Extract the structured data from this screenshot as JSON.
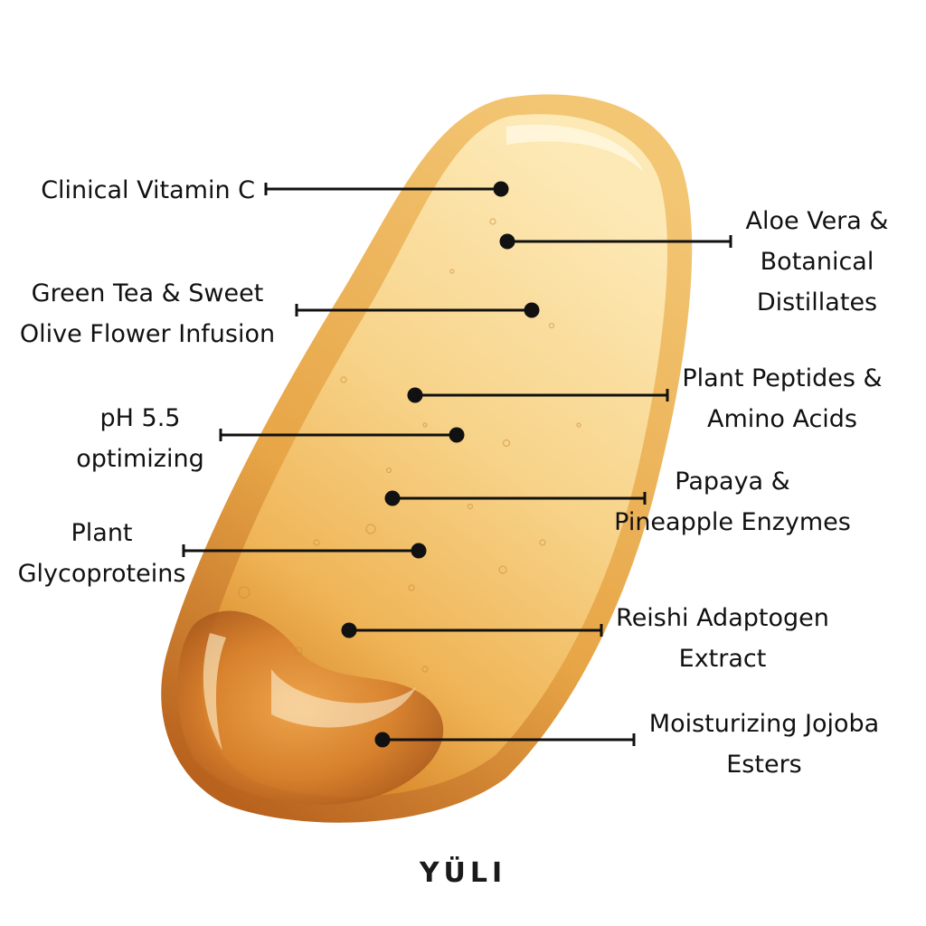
{
  "colors": {
    "serum_light": "#fbe3a6",
    "serum_mid": "#f0bf5e",
    "serum_dark": "#d9892a",
    "serum_deep": "#a8561b",
    "callout_line": "#111111"
  },
  "ingredients": [
    {
      "lines": [
        "Clinical Vitamin C"
      ]
    },
    {
      "lines": [
        "Aloe Vera &",
        "Botanical",
        "Distillates"
      ]
    },
    {
      "lines": [
        "Green Tea & Sweet",
        "Olive Flower Infusion"
      ]
    },
    {
      "lines": [
        "Plant Peptides &",
        "Amino Acids"
      ]
    },
    {
      "lines": [
        "pH 5.5",
        "optimizing"
      ]
    },
    {
      "lines": [
        "Papaya &",
        "Pineapple Enzymes"
      ]
    },
    {
      "lines": [
        "Plant",
        "Glycoproteins"
      ]
    },
    {
      "lines": [
        "Reishi Adaptogen",
        "Extract"
      ]
    },
    {
      "lines": [
        "Moisturizing Jojoba",
        "Esters"
      ]
    }
  ],
  "brand": "YÜLI"
}
